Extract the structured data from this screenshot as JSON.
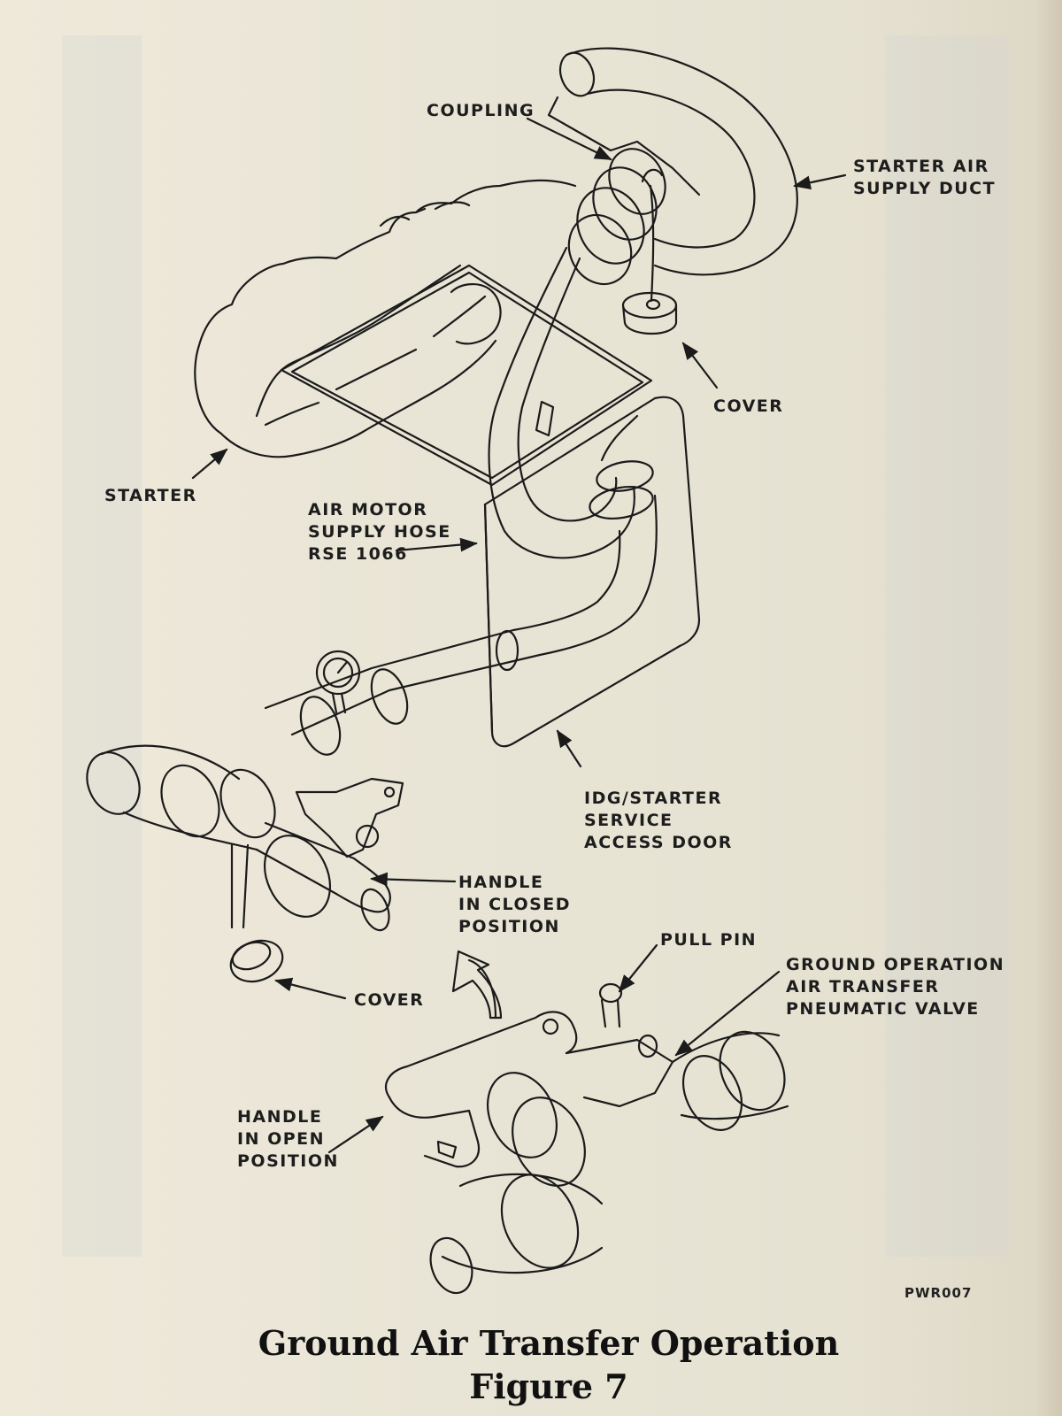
{
  "labels": {
    "coupling": "COUPLING",
    "starter_air_supply_duct": [
      "STARTER AIR",
      "SUPPLY DUCT"
    ],
    "cover_top": "COVER",
    "starter": "STARTER",
    "air_motor_supply_hose": [
      "AIR MOTOR",
      "SUPPLY HOSE",
      "RSE 1066"
    ],
    "idg_starter_service_access_door": [
      "IDG/STARTER",
      "SERVICE",
      "ACCESS DOOR"
    ],
    "handle_closed": [
      "HANDLE",
      "IN CLOSED",
      "POSITION"
    ],
    "cover_bottom": "COVER",
    "pull_pin": "PULL PIN",
    "ground_operation_valve": [
      "GROUND OPERATION",
      "AIR TRANSFER",
      "PNEUMATIC VALVE"
    ],
    "handle_open": [
      "HANDLE",
      "IN OPEN",
      "POSITION"
    ]
  },
  "figure_ref": "PWR007",
  "caption": {
    "title": "Ground Air Transfer Operation",
    "figure": "Figure 7"
  }
}
